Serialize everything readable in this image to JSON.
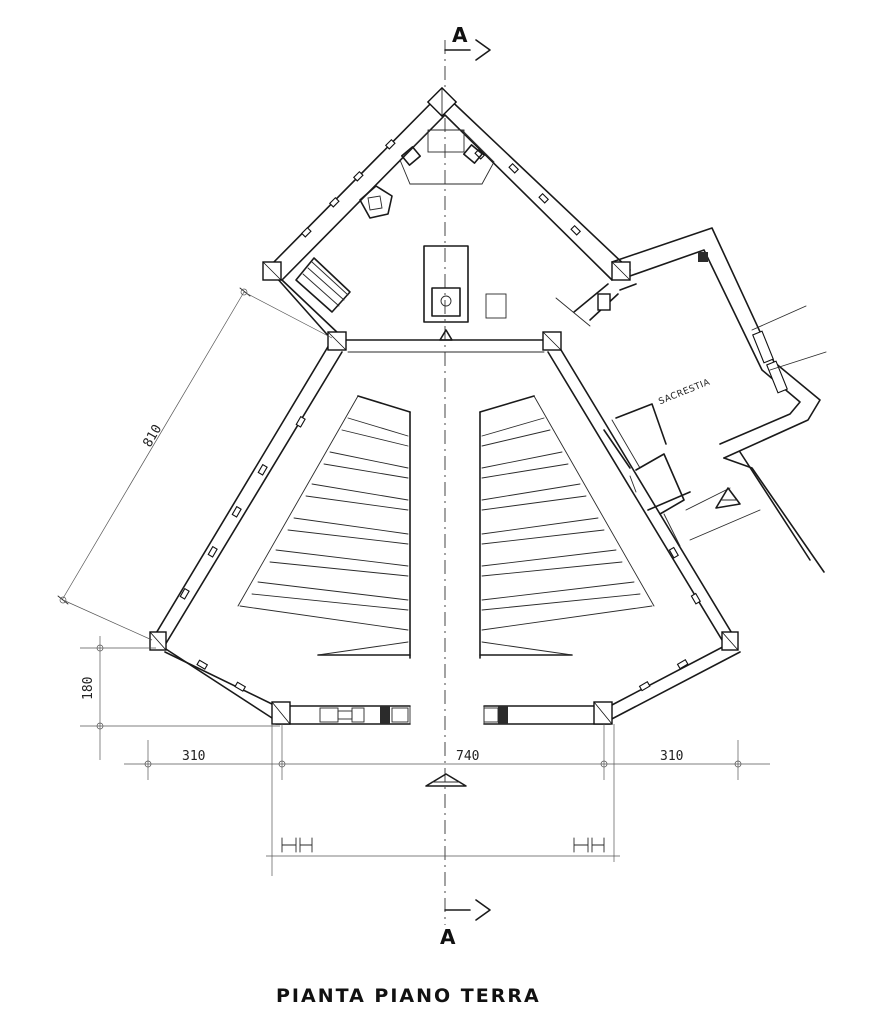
{
  "drawing": {
    "title": "PIANTA PIANO TERRA",
    "room_label": "SACRESTIA",
    "section_marker": "A",
    "dimensions": {
      "diagonal_side": "810",
      "left_height": "180",
      "left_segment": "310",
      "center_segment": "740",
      "right_segment": "310"
    }
  }
}
